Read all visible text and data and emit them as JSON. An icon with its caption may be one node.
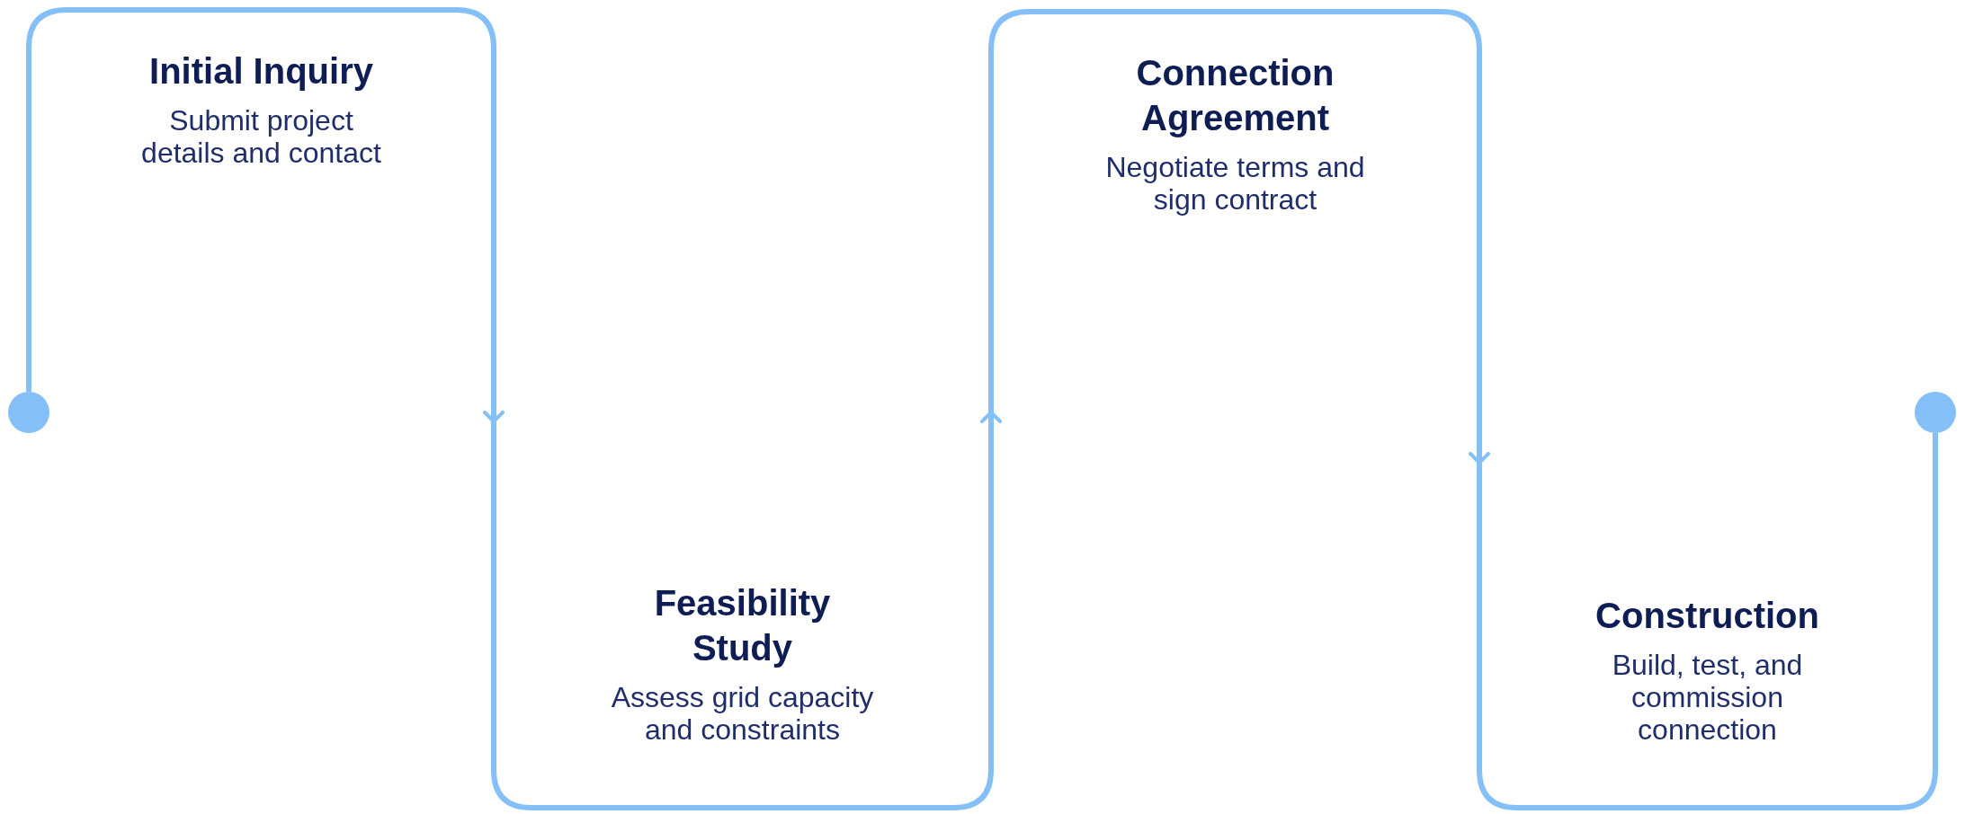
{
  "diagram": {
    "nodes": [
      {
        "text": [],
        "shape": "circle"
      },
      {
        "text": [
          "Initial Inquiry",
          "Submit project details and contact"
        ]
      },
      {
        "text": [
          "Feasibility Study",
          "Assess grid capacity and constraints"
        ]
      },
      {
        "text": [
          "Connection Agreement",
          "Negotiate terms and sign contract"
        ]
      },
      {
        "text": [
          "Construction",
          "Build, test, and commission connection"
        ]
      },
      {
        "text": [],
        "shape": "circle"
      }
    ],
    "edges": [
      {
        "from": 0,
        "to": 1,
        "arrow": "none"
      },
      {
        "from": 1,
        "to": 2,
        "arrow": "to"
      },
      {
        "from": 2,
        "to": 3,
        "arrow": "to"
      },
      {
        "from": 3,
        "to": 4,
        "arrow": "to"
      },
      {
        "from": 4,
        "to": 5,
        "arrow": "none"
      }
    ]
  }
}
